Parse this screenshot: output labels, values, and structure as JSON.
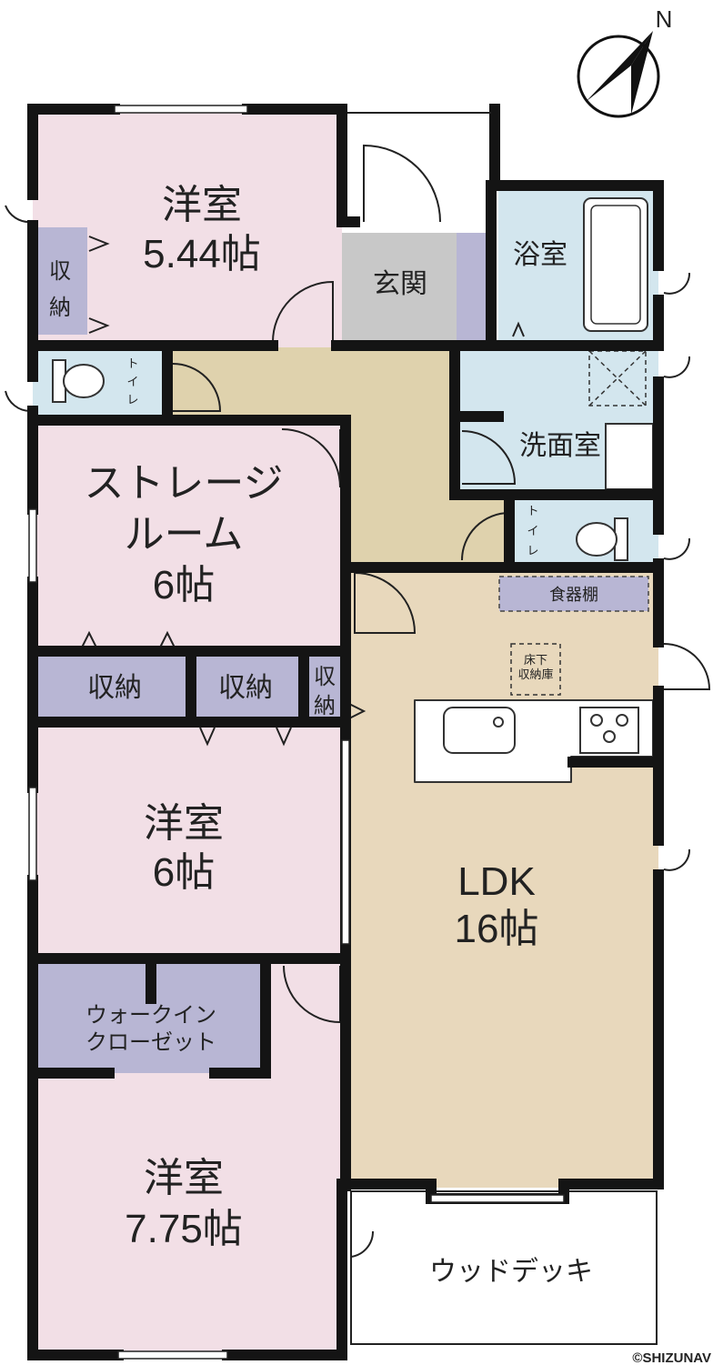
{
  "rooms": {
    "western1": {
      "name": "洋室",
      "size": "5.44帖"
    },
    "storage1": {
      "label": "収納"
    },
    "toilet1": {
      "label": "トイレ"
    },
    "entrance": {
      "label": "玄関"
    },
    "bath": {
      "label": "浴室"
    },
    "washroom": {
      "label": "洗面室"
    },
    "toilet2": {
      "label": "トイレ"
    },
    "storage_room": {
      "line1": "ストレージ",
      "line2": "ルーム",
      "size": "6帖"
    },
    "closet_a": {
      "label": "収納"
    },
    "closet_b": {
      "label": "収納"
    },
    "closet_c": {
      "label": "収納"
    },
    "western2": {
      "name": "洋室",
      "size": "6帖"
    },
    "wic": {
      "line1": "ウォークイン",
      "line2": "クローゼット"
    },
    "western3": {
      "name": "洋室",
      "size": "7.75帖"
    },
    "ldk": {
      "name": "LDK",
      "size": "16帖"
    },
    "cupboard": {
      "label": "食器棚"
    },
    "underfloor": {
      "line1": "床下",
      "line2": "収納庫"
    },
    "deck": {
      "label": "ウッドデッキ"
    }
  },
  "compass": {
    "north": "N"
  },
  "copyright": "©SHIZUNAV",
  "colors": {
    "pink": "#f2dfe6",
    "beige": "#e8d8bc",
    "hall": "#dfd2ad",
    "blue": "#d3e6ee",
    "storage": "#b8b6d4",
    "entrance": "#c8c8c8",
    "wall": "#141414"
  }
}
